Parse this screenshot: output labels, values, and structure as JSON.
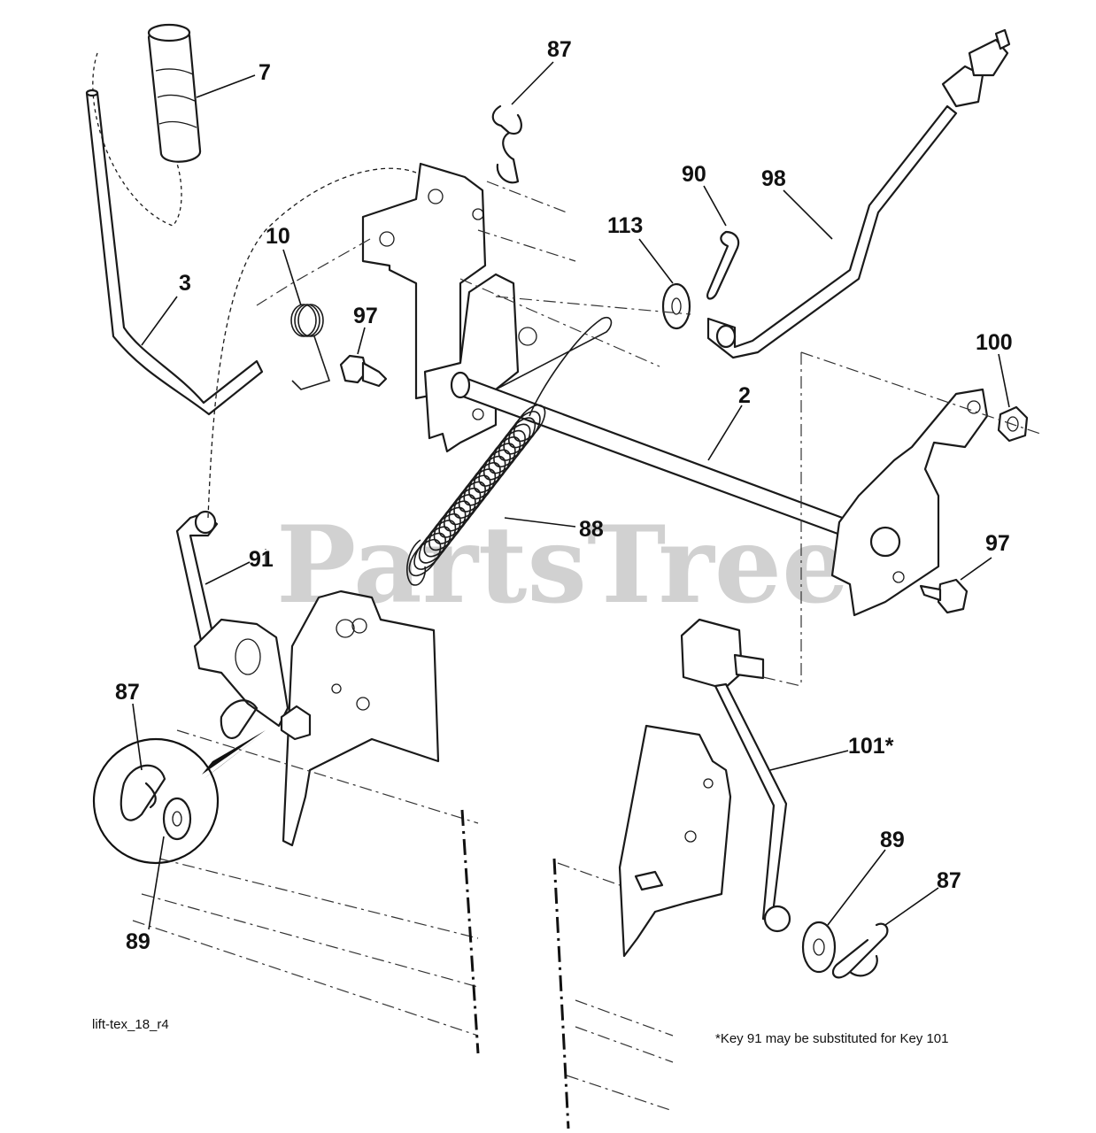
{
  "watermark": "PartsTree",
  "drawing_id": "lift-tex_18_r4",
  "footnote": "*Key 91 may be substituted for Key 101",
  "callouts": {
    "c7": "7",
    "c87_top": "87",
    "c3": "3",
    "c10": "10",
    "c97_left": "97",
    "c113": "113",
    "c90": "90",
    "c98": "98",
    "c100": "100",
    "c2": "2",
    "c88": "88",
    "c91": "91",
    "c97_right": "97",
    "c87_left": "87",
    "c89_left": "89",
    "c101": "101*",
    "c89_right": "89",
    "c87_right": "87"
  }
}
